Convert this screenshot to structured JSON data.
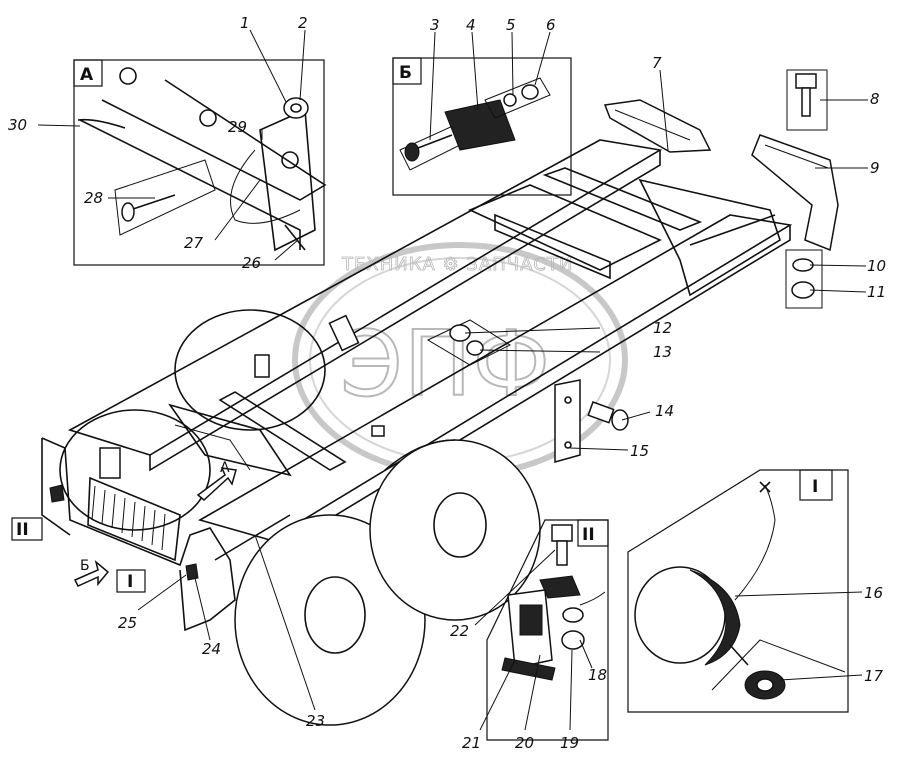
{
  "figure": {
    "watermark_text": "ТЕХНИКА ⚙ ЗАПЧАСТИ",
    "watermark_logo": "ЭПФ",
    "insets": [
      {
        "id": "A",
        "label": "А"
      },
      {
        "id": "B",
        "label": "Б"
      },
      {
        "id": "I",
        "label": "I"
      },
      {
        "id": "II",
        "label": "II"
      }
    ],
    "view_markers": [
      {
        "id": "A",
        "label": "А"
      },
      {
        "id": "B",
        "label": "Б"
      },
      {
        "id": "I",
        "label": "I"
      },
      {
        "id": "II",
        "label": "II"
      }
    ],
    "callouts": [
      {
        "n": "1"
      },
      {
        "n": "2"
      },
      {
        "n": "3"
      },
      {
        "n": "4"
      },
      {
        "n": "5"
      },
      {
        "n": "6"
      },
      {
        "n": "7"
      },
      {
        "n": "8"
      },
      {
        "n": "9"
      },
      {
        "n": "10"
      },
      {
        "n": "11"
      },
      {
        "n": "12"
      },
      {
        "n": "13"
      },
      {
        "n": "14"
      },
      {
        "n": "15"
      },
      {
        "n": "16"
      },
      {
        "n": "17"
      },
      {
        "n": "18"
      },
      {
        "n": "19"
      },
      {
        "n": "20"
      },
      {
        "n": "21"
      },
      {
        "n": "22"
      },
      {
        "n": "23"
      },
      {
        "n": "24"
      },
      {
        "n": "25"
      },
      {
        "n": "26"
      },
      {
        "n": "27"
      },
      {
        "n": "28"
      },
      {
        "n": "29"
      },
      {
        "n": "30"
      }
    ]
  }
}
